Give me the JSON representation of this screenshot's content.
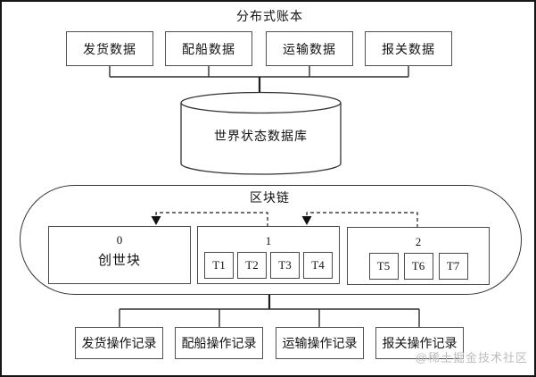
{
  "title": "分布式账本",
  "top_boxes": [
    {
      "label": "发货数据"
    },
    {
      "label": "配船数据"
    },
    {
      "label": "运输数据"
    },
    {
      "label": "报关数据"
    }
  ],
  "database": {
    "label": "世界状态数据库"
  },
  "blockchain": {
    "label": "区块链",
    "blocks": [
      {
        "number": "0",
        "name": "创世块",
        "transactions": []
      },
      {
        "number": "1",
        "transactions": [
          "T1",
          "T2",
          "T3",
          "T4"
        ]
      },
      {
        "number": "2",
        "transactions": [
          "T5",
          "T6",
          "T7"
        ]
      }
    ]
  },
  "bottom_boxes": [
    {
      "label": "发货操作记录"
    },
    {
      "label": "配船操作记录"
    },
    {
      "label": "运输操作记录"
    },
    {
      "label": "报关操作记录"
    }
  ],
  "watermark": "@稀土掘金技术社区",
  "colors": {
    "line": "#2e2e2e",
    "dashed_line": "#1a1a1a",
    "box_border": "#515151",
    "watermark": "#bcbcbc"
  }
}
